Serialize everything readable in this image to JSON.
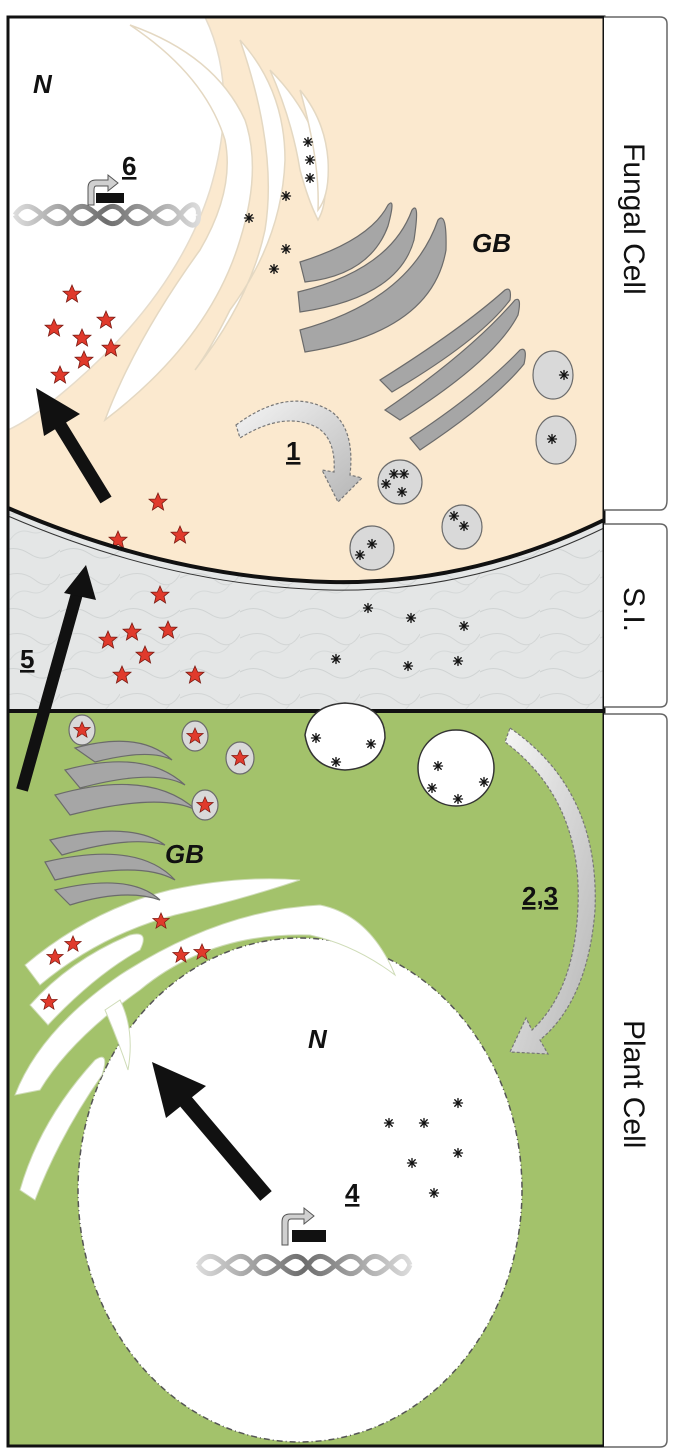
{
  "labels": {
    "fungal_cell": "Fungal Cell",
    "interface": "S.I.",
    "plant_cell": "Plant Cell",
    "fungal_nucleus": "N",
    "plant_nucleus": "N",
    "fungal_golgi": "GB",
    "plant_golgi": "GB"
  },
  "steps": {
    "step1": "1",
    "step23": "2,3",
    "step4": "4",
    "step5": "5",
    "step6": "6"
  },
  "colors": {
    "fungal_cytoplasm": "#fbe9cf",
    "interface_matrix": "#e2e4e4",
    "plant_cytoplasm": "#a3c26b",
    "organelle_gray": "#a6a6a6",
    "effector_star": "#e03a2c",
    "molecule_black": "#111111"
  }
}
